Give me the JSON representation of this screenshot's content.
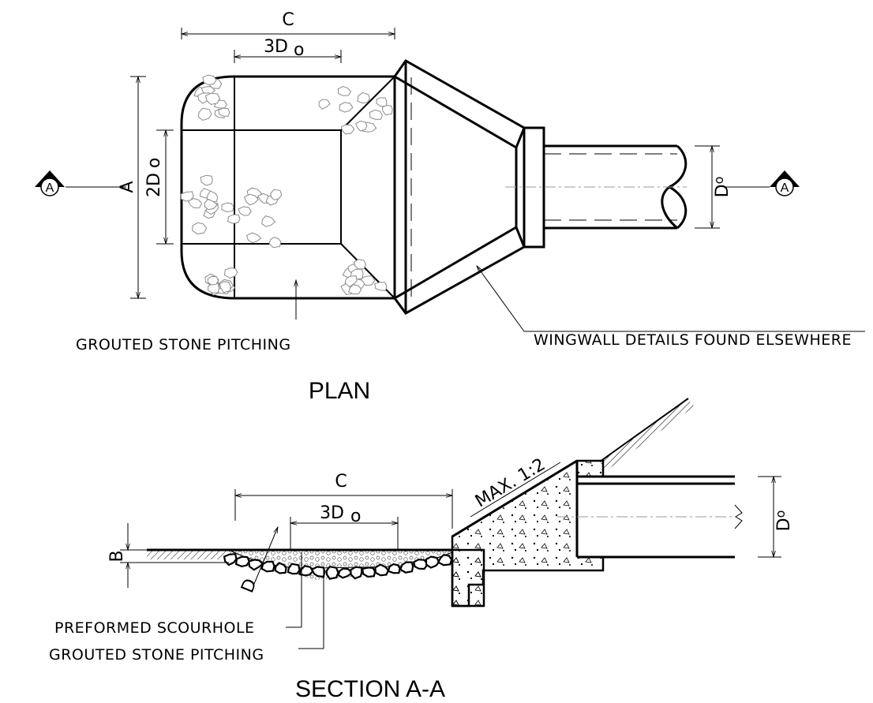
{
  "plan": {
    "title": "PLAN",
    "dim_C": "C",
    "dim_3Do": "3D",
    "dim_3Do_sub": "o",
    "dim_A": "A",
    "dim_2Do": "2D",
    "dim_2Do_sub": "o",
    "dim_Do": "D",
    "dim_Do_sub": "o",
    "section_marker_left": "A",
    "section_marker_right": "A",
    "label_grouted": "GROUTED STONE PITCHING",
    "label_wingwall": "WINGWALL DETAILS FOUND ELSEWHERE"
  },
  "section": {
    "title": "SECTION A-A",
    "dim_C": "C",
    "dim_3Do": "3D",
    "dim_3Do_sub": "o",
    "dim_B": "B",
    "dim_D": "D",
    "dim_Do": "D",
    "dim_Do_sub": "o",
    "slope_label": "MAX. 1:2",
    "label_scourhole": "PREFORMED SCOURHOLE",
    "label_grouted": "GROUTED STONE PITCHING"
  }
}
